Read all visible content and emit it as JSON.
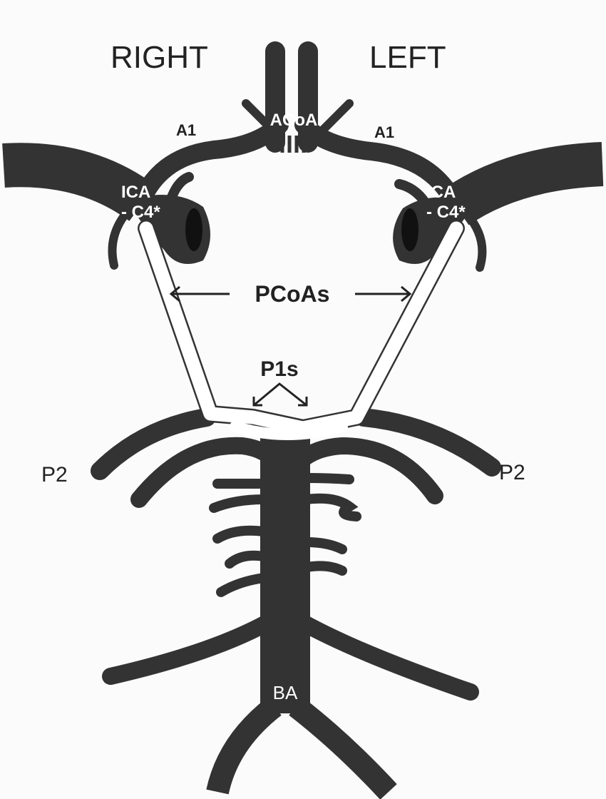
{
  "labels": {
    "right": "RIGHT",
    "left": "LEFT",
    "acoa": "ACoA",
    "a1_right": "A1",
    "a1_left": "A1",
    "ica_right_line1": "ICA",
    "ica_right_line2": "- C4*",
    "ica_left_line1": "ICA",
    "ica_left_line2": "- C4*",
    "pcoas": "PCoAs",
    "p1s": "P1s",
    "p2_right": "P2",
    "p2_left": "P2",
    "ba": "BA"
  },
  "colors": {
    "vessel": "#333333",
    "hypoplastic_vessel": "#ffffff",
    "background": "#fbfbfb"
  }
}
